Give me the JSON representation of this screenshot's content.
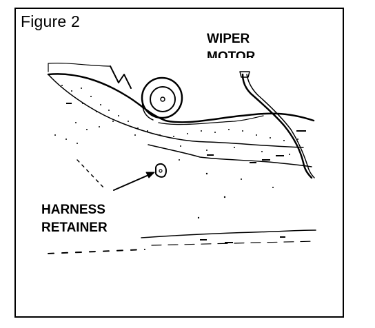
{
  "figure": {
    "title": "Figure 2"
  },
  "labels": {
    "wiper_motor": [
      "WIPER",
      "MOTOR"
    ],
    "harness_retainer": [
      "HARNESS",
      "RETAINER"
    ]
  },
  "colors": {
    "ink": "#000000",
    "paper": "#ffffff"
  }
}
